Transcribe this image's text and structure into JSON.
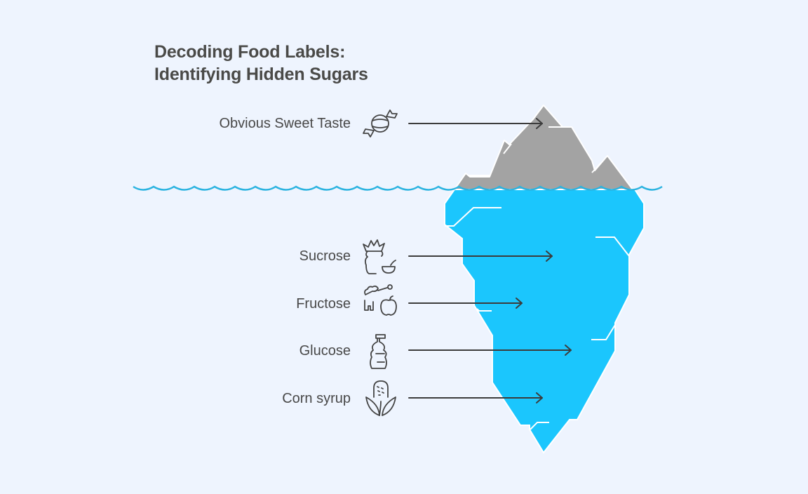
{
  "title": {
    "line1": "Decoding Food Labels:",
    "line2": "Identifying Hidden Sugars"
  },
  "colors": {
    "background": "#eef4fe",
    "tip": "#a3a3a3",
    "underwater": "#1bc6fd",
    "water_line": "#2bb3e0",
    "text": "#484848",
    "arrow": "#3c3c3c"
  },
  "above_water": [
    {
      "label": "Obvious Sweet Taste",
      "icon": "candy-icon"
    }
  ],
  "below_water": [
    {
      "label": "Sucrose",
      "icon": "pineapple-bowl-icon"
    },
    {
      "label": "Fructose",
      "icon": "honey-apple-icon"
    },
    {
      "label": "Glucose",
      "icon": "bottle-icon"
    },
    {
      "label": "Corn syrup",
      "icon": "corn-icon"
    }
  ]
}
